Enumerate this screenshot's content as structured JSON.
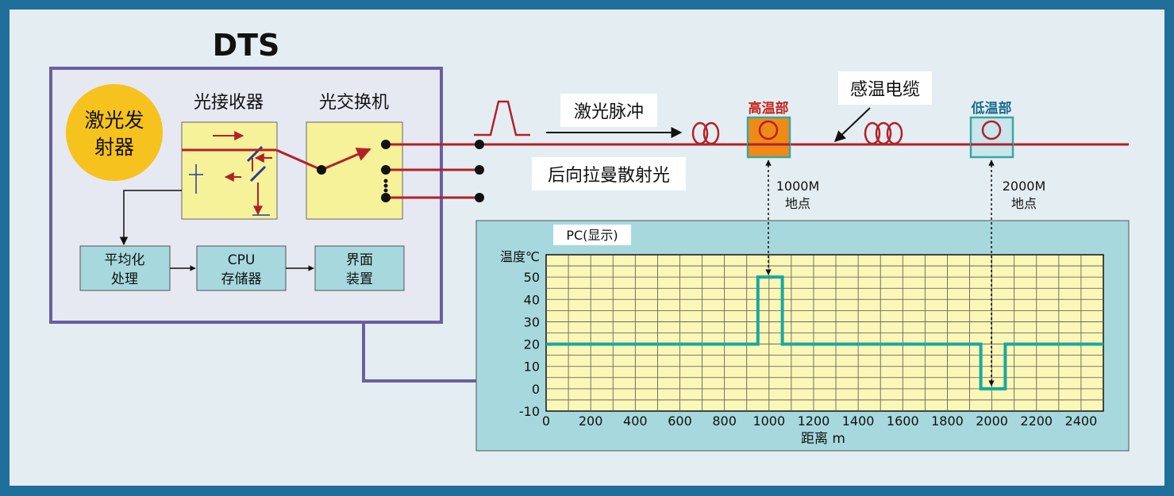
{
  "title": "DTS",
  "dts": {
    "laser": [
      "激光发",
      "射器"
    ],
    "receiver_label": "光接收器",
    "switch_label": "光交换机",
    "avg_label": [
      "平均化",
      "处理"
    ],
    "cpu_label": [
      "CPU",
      "存储器"
    ],
    "ui_label": [
      "界面",
      "装置"
    ]
  },
  "fiber": {
    "pulse_label": "激光脉冲",
    "backscatter_label": "后向拉曼散射光",
    "cable_label": "感温电缆",
    "high_temp_label": "高温部",
    "low_temp_label": "低温部",
    "point1": [
      "1000M",
      "地点"
    ],
    "point2": [
      "2000M",
      "地点"
    ]
  },
  "colors": {
    "frame": "#1f6f9a",
    "panel": "#e4eef2",
    "dts_border": "#6a5fa1",
    "dts_fill": "#e6e8f2",
    "yellow_box": "#f6f29a",
    "laser_circle": "#f6c21e",
    "teal_box": "#a6d8de",
    "fiber_red": "#b3202a",
    "high_temp_fill": "#ef8a17",
    "high_temp_text": "#c8261f",
    "low_temp_fill": "#c8e6ec",
    "low_temp_text": "#1a6b92",
    "plot_bg": "#fbf7b7",
    "plot_line": "#1aa89e"
  },
  "chart_data": {
    "type": "line",
    "panel_title": "PC(显示)",
    "ylabel": "温度℃",
    "xlabel": "距离 m",
    "xlim": [
      0,
      2500
    ],
    "ylim": [
      -10,
      60
    ],
    "x_ticks": [
      0,
      200,
      400,
      600,
      800,
      1000,
      1200,
      1400,
      1600,
      1800,
      2000,
      2200,
      2400
    ],
    "y_ticks": [
      -10,
      0,
      10,
      20,
      30,
      40,
      50
    ],
    "grid": true,
    "series": [
      {
        "x": [
          0,
          950,
          950,
          1060,
          1060,
          1950,
          1950,
          2060,
          2060,
          2500
        ],
        "y": [
          20,
          20,
          50,
          50,
          20,
          20,
          0,
          0,
          20,
          20
        ]
      }
    ]
  }
}
